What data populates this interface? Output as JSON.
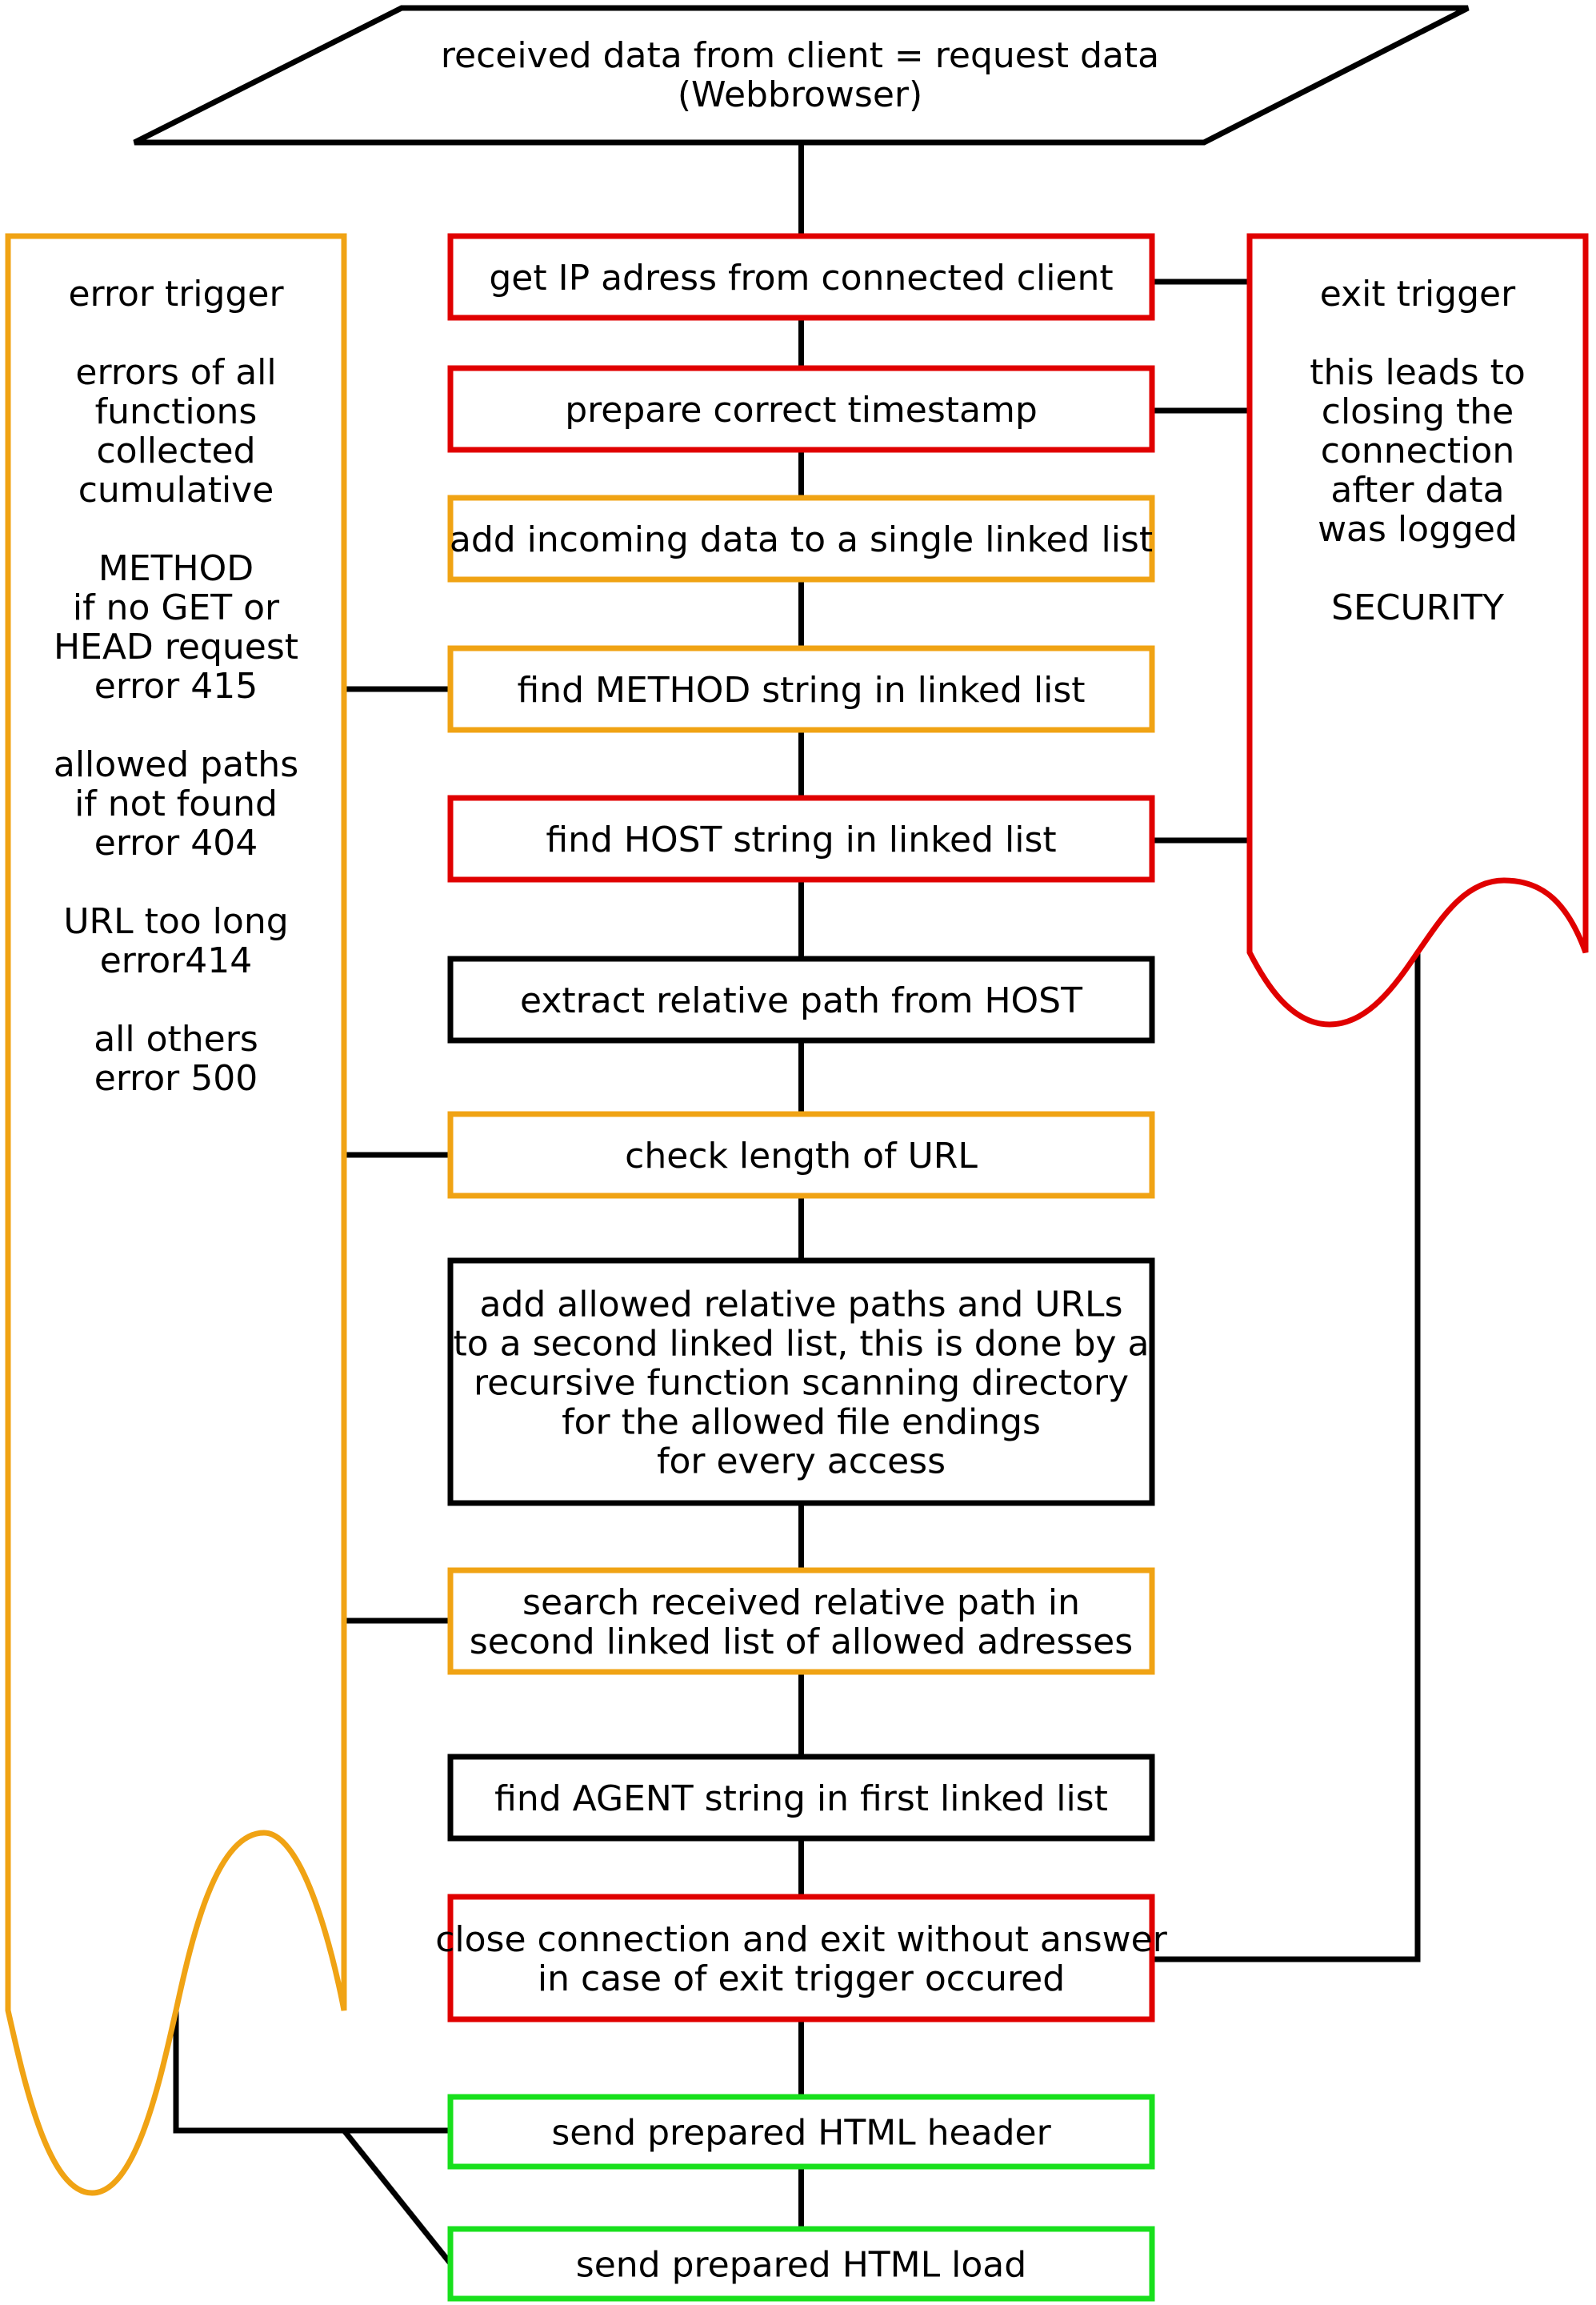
{
  "colors": {
    "black": "#000000",
    "red": "#e00000",
    "orange": "#f0a314",
    "green": "#18e01c"
  },
  "input": {
    "line1": "received data from client = request data",
    "line2": "(Webbrowser)"
  },
  "steps": [
    {
      "lines": [
        "get IP adress from connected client"
      ],
      "color": "red"
    },
    {
      "lines": [
        "prepare correct timestamp"
      ],
      "color": "red"
    },
    {
      "lines": [
        "add incoming data to a single linked list"
      ],
      "color": "orange"
    },
    {
      "lines": [
        "find METHOD string in linked list"
      ],
      "color": "orange"
    },
    {
      "lines": [
        "find HOST string in linked list"
      ],
      "color": "red"
    },
    {
      "lines": [
        "extract relative path from HOST"
      ],
      "color": "black"
    },
    {
      "lines": [
        "check length of URL"
      ],
      "color": "orange"
    },
    {
      "lines": [
        "add allowed relative paths and URLs",
        "to a second linked list, this is done by a",
        "recursive function scanning directory",
        "for the allowed file endings",
        "for every access"
      ],
      "color": "black"
    },
    {
      "lines": [
        "search received relative path in",
        "second linked list of allowed adresses"
      ],
      "color": "orange"
    },
    {
      "lines": [
        "find AGENT string in first linked list"
      ],
      "color": "black"
    },
    {
      "lines": [
        "close connection and exit without answer",
        "in case of exit trigger occured"
      ],
      "color": "red"
    },
    {
      "lines": [
        "send prepared HTML header"
      ],
      "color": "green"
    },
    {
      "lines": [
        "send prepared HTML load"
      ],
      "color": "green"
    }
  ],
  "error_trigger": {
    "title": "error trigger",
    "lines": [
      "errors of all",
      "functions",
      "collected",
      "cumulative",
      "",
      "METHOD",
      "if no GET or",
      "HEAD request",
      "error 415",
      "",
      "allowed paths",
      "if not found",
      "error 404",
      "",
      "URL too long",
      "error414",
      "",
      "all others",
      "error 500"
    ]
  },
  "exit_trigger": {
    "title": "exit trigger",
    "lines": [
      "this leads to",
      "closing the",
      "connection",
      "after data",
      "was logged",
      "",
      "SECURITY"
    ]
  }
}
